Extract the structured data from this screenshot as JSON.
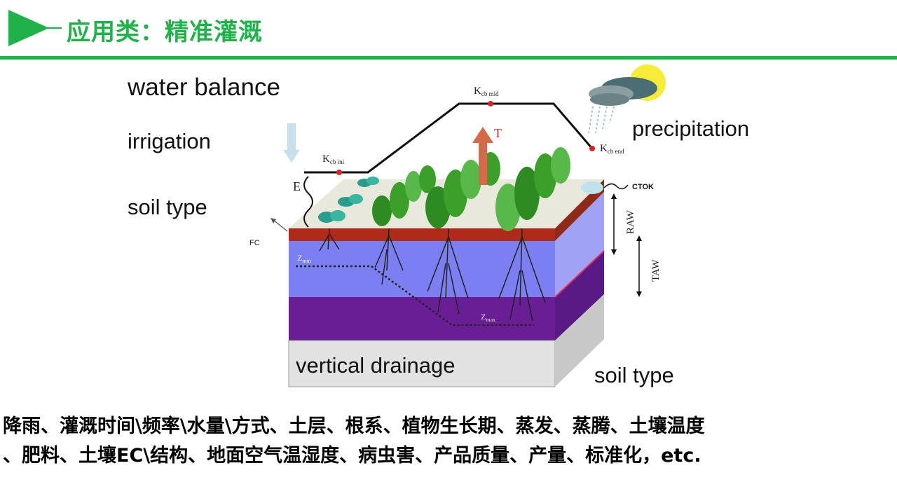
{
  "header": {
    "title": "应用类：精准灌溉",
    "accent": "#21b14b"
  },
  "diagram": {
    "water_balance": "water balance",
    "irrigation": "irrigation",
    "soil_type_left": "soil type",
    "precipitation": "precipitation",
    "vertical_drainage": "vertical drainage",
    "soil_type_right": "soil type",
    "k_ini": "K",
    "k_ini_sub": "cb ini",
    "k_mid": "K",
    "k_mid_sub": "cb mid",
    "k_end": "K",
    "k_end_sub": "cb end",
    "t": "T",
    "e": "E",
    "fc": "FC",
    "ctok": "CTOK",
    "raw": "RAW",
    "taw": "TAW",
    "zmin": "Z",
    "zmin_sub": "min",
    "zmax": "Z",
    "zmax_sub": "max"
  },
  "footer": {
    "line1": "降雨、灌溉时间\\频率\\水量\\方式、土层、根系、植物生长期、蒸发、蒸腾、土壤温度",
    "line2": "、肥料、土壤EC\\结构、地面空气温湿度、病虫害、产品质量、产量、标准化，etc."
  }
}
